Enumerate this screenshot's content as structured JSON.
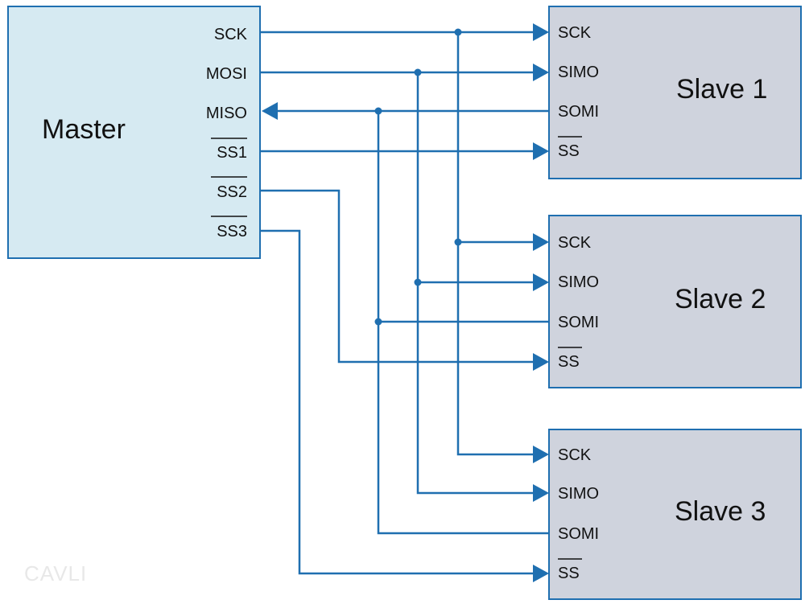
{
  "master": {
    "title": "Master",
    "pins": [
      "SCK",
      "MOSI",
      "MISO",
      "SS1",
      "SS2",
      "SS3"
    ]
  },
  "slaves": [
    {
      "title": "Slave 1",
      "pins": [
        "SCK",
        "SIMO",
        "SOMI",
        "SS"
      ]
    },
    {
      "title": "Slave 2",
      "pins": [
        "SCK",
        "SIMO",
        "SOMI",
        "SS"
      ]
    },
    {
      "title": "Slave 3",
      "pins": [
        "SCK",
        "SIMO",
        "SOMI",
        "SS"
      ]
    }
  ],
  "watermark": "CAVLI",
  "colors": {
    "wire": "#1f6fb0",
    "master_fill": "#d6eaf2",
    "slave_fill": "#cfd3dd"
  }
}
